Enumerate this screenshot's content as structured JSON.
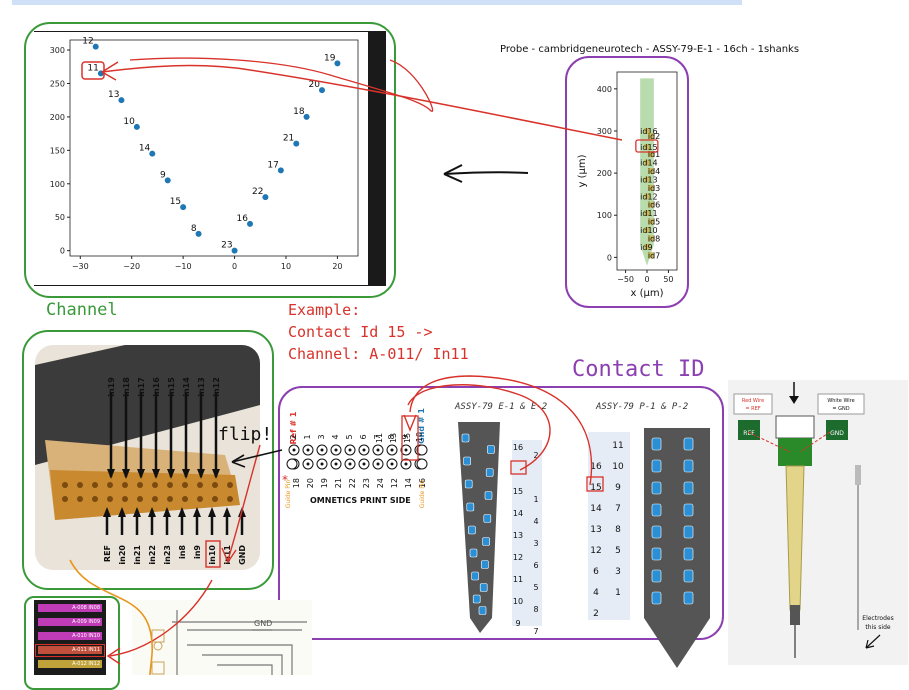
{
  "probe_title": "Probe - cambridgeneurotech - ASSY-79-E-1 - 16ch - 1shanks",
  "scatter_plot": {
    "x_ticks": [
      "−30",
      "−20",
      "−10",
      "0",
      "10",
      "20"
    ],
    "y_ticks": [
      "0",
      "50",
      "100",
      "150",
      "200",
      "250",
      "300"
    ],
    "points": [
      {
        "label": "12",
        "x": -27,
        "y": 305
      },
      {
        "label": "11",
        "x": -26,
        "y": 265
      },
      {
        "label": "13",
        "x": -22,
        "y": 225
      },
      {
        "label": "10",
        "x": -19,
        "y": 185
      },
      {
        "label": "14",
        "x": -16,
        "y": 145
      },
      {
        "label": "9",
        "x": -13,
        "y": 105
      },
      {
        "label": "15",
        "x": -10,
        "y": 65
      },
      {
        "label": "8",
        "x": -7,
        "y": 25
      },
      {
        "label": "23",
        "x": 0,
        "y": 0
      },
      {
        "label": "16",
        "x": 3,
        "y": 40
      },
      {
        "label": "22",
        "x": 6,
        "y": 80
      },
      {
        "label": "17",
        "x": 9,
        "y": 120
      },
      {
        "label": "21",
        "x": 12,
        "y": 160
      },
      {
        "label": "18",
        "x": 14,
        "y": 200
      },
      {
        "label": "20",
        "x": 17,
        "y": 240
      },
      {
        "label": "19",
        "x": 20,
        "y": 280
      }
    ]
  },
  "probe_plot": {
    "xlabel": "x (μm)",
    "ylabel": "y (μm)",
    "x_ticks": [
      "−50",
      "0",
      "50"
    ],
    "y_ticks": [
      "0",
      "100",
      "200",
      "300",
      "400"
    ],
    "contacts": [
      {
        "id": "id16",
        "y": 300
      },
      {
        "id": "id2",
        "y": 288
      },
      {
        "id": "id15",
        "y": 262
      },
      {
        "id": "id1",
        "y": 245
      },
      {
        "id": "id14",
        "y": 225
      },
      {
        "id": "id4",
        "y": 205
      },
      {
        "id": "id13",
        "y": 185
      },
      {
        "id": "id3",
        "y": 165
      },
      {
        "id": "id12",
        "y": 145
      },
      {
        "id": "id6",
        "y": 125
      },
      {
        "id": "id11",
        "y": 105
      },
      {
        "id": "id5",
        "y": 85
      },
      {
        "id": "id10",
        "y": 65
      },
      {
        "id": "id8",
        "y": 45
      },
      {
        "id": "id9",
        "y": 25
      },
      {
        "id": "id7",
        "y": 5
      }
    ]
  },
  "labels": {
    "channel": "Channel",
    "example_line1": "Example:",
    "example_line2": "Contact Id 15 ->",
    "example_line3": "Channel: A-011/ In11",
    "contact_id": "Contact ID",
    "flip": "flip!",
    "assy_e": "ASSY-79  E-1 & E-2",
    "assy_p": "ASSY-79  P-1 & P-2",
    "omnetics": "OMNETICS PRINT SIDE",
    "ref1": "Ref # 1",
    "gnd1": "Gnd # 1",
    "guide_pin_left": "Guide Pin",
    "guide_pin_right": "Guide Pin",
    "red_wire": "Red Wire = REF",
    "white_wire": "White Wire = GND",
    "ref_tag": "REF",
    "gnd_tag": "GND",
    "electrodes": "Electrodes this side",
    "gnd_schematic": "GND"
  },
  "omnetics_top_row": [
    "2",
    "1",
    "3",
    "4",
    "5",
    "6",
    "7",
    "8",
    "9",
    "10",
    "11",
    "13",
    "15"
  ],
  "omnetics_bottom_row": [
    "18",
    "20",
    "19",
    "21",
    "22",
    "23",
    "24",
    "12",
    "14",
    "16"
  ],
  "connector_top_labels": [
    "in19",
    "in18",
    "in17",
    "in16",
    "in15",
    "in14",
    "in13",
    "in12"
  ],
  "connector_bottom_labels": [
    "REF",
    "in20",
    "in21",
    "in22",
    "in23",
    "in8",
    "in9",
    "in10",
    "in11",
    "GND"
  ],
  "table_e_left": [
    "16",
    "",
    "15",
    "14",
    "13",
    "12",
    "11",
    "10",
    "9"
  ],
  "table_e_right": [
    "2",
    "",
    "1",
    "4",
    "3",
    "6",
    "5",
    "8",
    "7"
  ],
  "table_p_left": [
    "",
    "16",
    "15",
    "14",
    "13",
    "12",
    "6",
    "4",
    "2"
  ],
  "table_p_right": [
    "11",
    "10",
    "9",
    "7",
    "8",
    "5",
    "3",
    "1",
    ""
  ],
  "ribbon_rows": [
    "A-008 IN08",
    "A-009 IN09",
    "A-010 IN10",
    "A-011 IN11",
    "A-012 IN12"
  ],
  "colors": {
    "green": "#3a9a3a",
    "purple": "#8b3fb0",
    "red": "#d8322a",
    "point": "#1f77b4",
    "probe": "#a7d39b"
  }
}
